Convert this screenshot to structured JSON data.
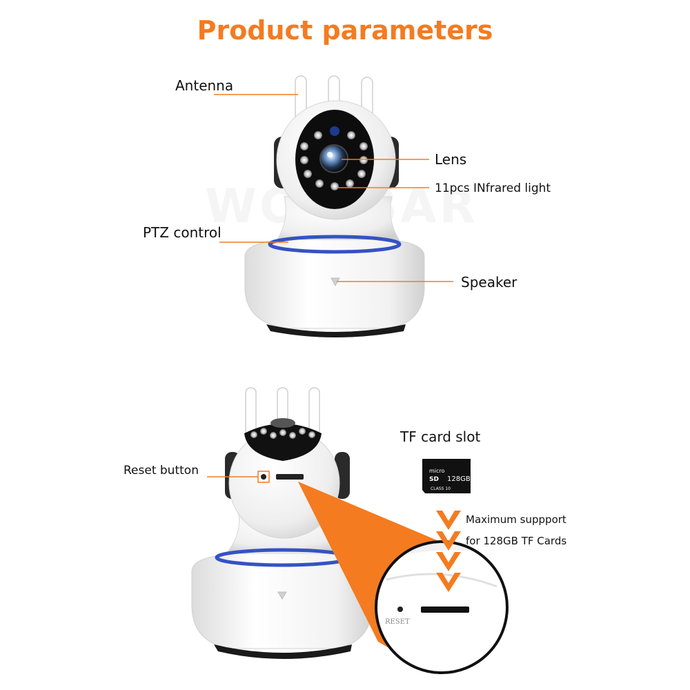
{
  "title": "Product parameters",
  "labels": {
    "antenna": "Antenna",
    "lens": "Lens",
    "infrared": "11pcs INfrared light",
    "ptz": "PTZ control",
    "speaker": "Speaker",
    "reset": "Reset button",
    "tf_slot": "TF card slot",
    "support_line1": "Maximum suppport",
    "support_line2": "for 128GB TF Cards"
  },
  "card": {
    "brand_top": "micro",
    "brand_bottom": "SD",
    "capacity": "128GB",
    "class": "CLASS 10"
  },
  "zoom_text": "RESET",
  "watermark": "WOLTBAR",
  "colors": {
    "accent": "#f47b20",
    "ring": "#3552c4",
    "camera_body": "#f4f4f4"
  }
}
